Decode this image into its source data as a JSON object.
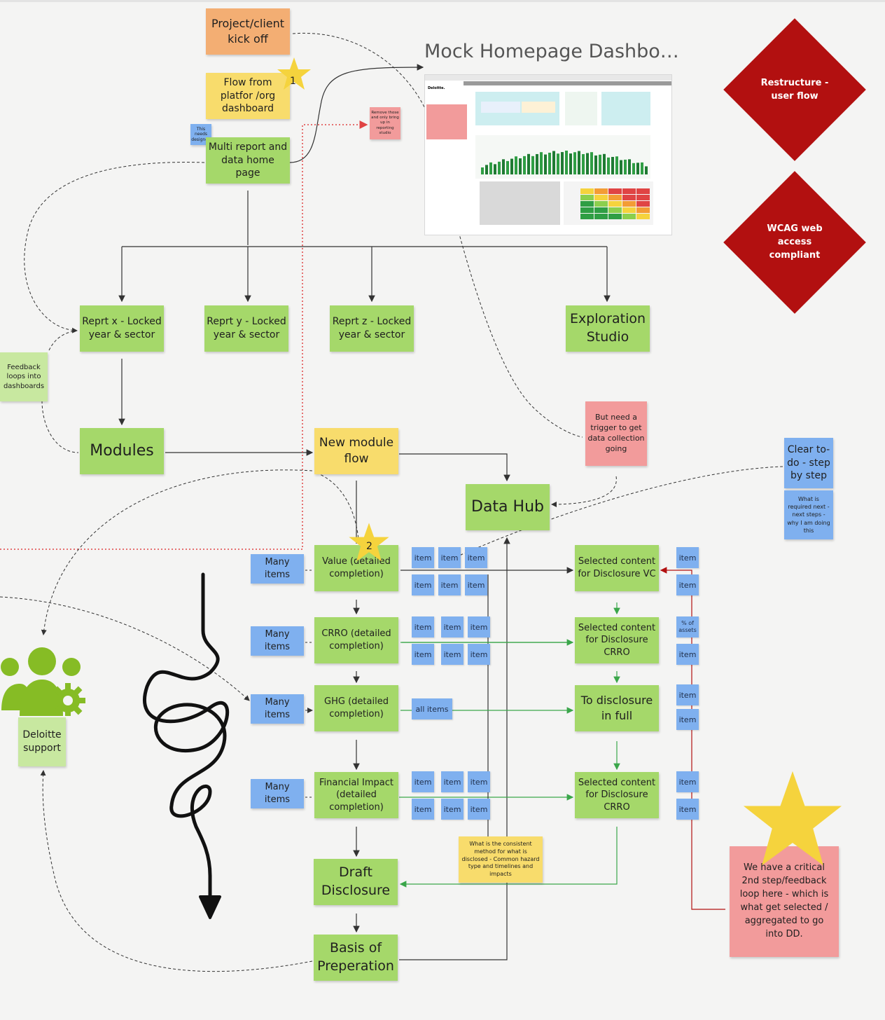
{
  "nodes": {
    "kickoff": "Project/client kick off",
    "flow_platform": "Flow from platfor /org dashboard",
    "needs_designed": "This needs designed",
    "multi_report": "Multi report and data home page",
    "remove_those": "Remove those and only bring up in reporting studio",
    "mock_title": "Mock Homepage Dashbo…",
    "restructure": "Restructure - user flow",
    "wcag": "WCAG web access compliant",
    "report_x": "Reprt x - Locked year & sector",
    "report_y": "Reprt y - Locked year & sector",
    "report_z": "Reprt z - Locked year & sector",
    "exploration": "Exploration Studio",
    "feedback_loops": "Feedback loops into dashboards",
    "modules": "Modules",
    "new_module_flow": "New module flow",
    "trigger": "But need a trigger to get data collection going",
    "data_hub": "Data Hub",
    "clear_todo": "Clear to-do - step by step",
    "what_required": "What is required next - next steps - why I am doing this",
    "value": "Value (detailed completion)",
    "crro": "CRRO (detailed completion)",
    "ghg": "GHG (detailed completion)",
    "financial": "Financial Impact (detailed completion)",
    "many_items": "Many items",
    "selected_vc": "Selected content for Disclosure VC",
    "selected_crro": "Selected content for Disclosure CRRO",
    "to_disclosure": "To disclosure in full",
    "selected_crro2": "Selected content for Disclosure CRRO",
    "item": "item",
    "all_items": "all items",
    "pct_assets": "% of assets",
    "consistent_method": "What is the consistent method for what is disclosed - Common hazard type and timelines and impacts",
    "draft": "Draft Disclosure",
    "basis": "Basis of Preperation",
    "deloitte_support": "Deloitte support",
    "critical": "We have a critical 2nd step/feedback loop here - which is what get selected / aggregated to go into DD.",
    "star1": "1",
    "star2": "2"
  },
  "colors": {
    "green": "#a5d86a",
    "light_green": "#c8e8a0",
    "yellow": "#f8dc6c",
    "orange": "#f3ae73",
    "pink": "#f29b9b",
    "blue": "#7fb0ef",
    "diamond_red": "#b21010",
    "star_yellow": "#f5d33d",
    "deloitte_green": "#86bc25"
  }
}
